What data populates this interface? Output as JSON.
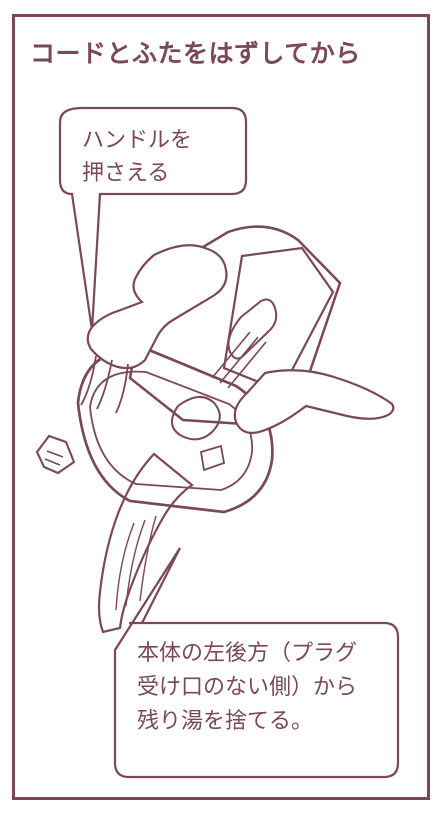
{
  "instruction": {
    "title": "コードとふたをはずしてから"
  },
  "callouts": {
    "top": {
      "lines": [
        "ハンドルを",
        "押さえる"
      ]
    },
    "bottom": {
      "lines": [
        "本体の左後方（プラグ",
        "受け口のない側）から",
        "残り湯を捨てる。"
      ]
    }
  },
  "colors": {
    "accent": "#7a4857"
  }
}
